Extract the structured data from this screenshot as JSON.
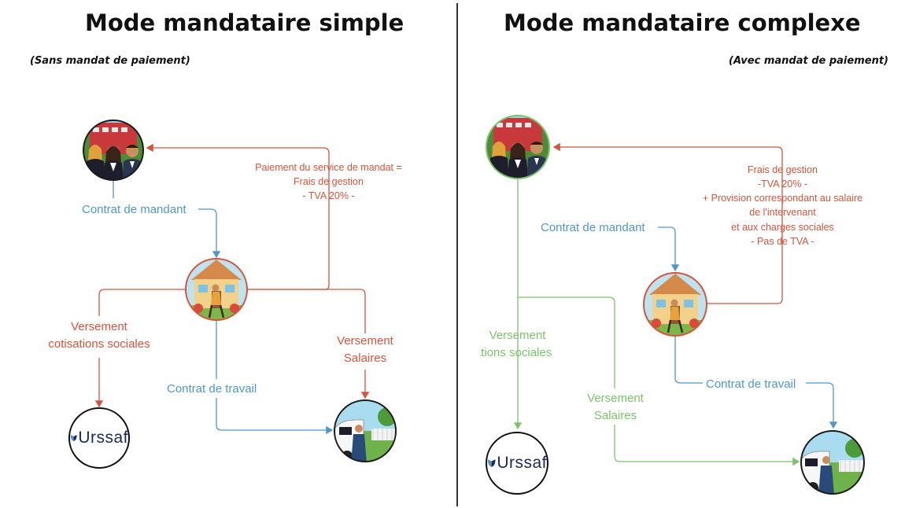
{
  "left": {
    "title": "Mode mandataire simple",
    "subtitle": "(Sans mandat de paiement)",
    "contrat_mandant": "Contrat de mandant",
    "paiement_lines": [
      "Paiement du service de mandat =",
      "Frais de gestion",
      "- TVA 20% -"
    ],
    "cotisations_lines": [
      "Versement",
      "cotisations sociales"
    ],
    "salaires_lines": [
      "Versement",
      "Salaires"
    ],
    "contrat_travail": "Contrat de travail",
    "urssaf_logo": "Urssaf"
  },
  "right": {
    "title": "Mode mandataire complexe",
    "subtitle": "(Avec mandat de paiement)",
    "frais_lines": [
      "Frais de gestion",
      "-TVA 20% -",
      "+ Provision correspondant au salaire",
      "de l'intervenant",
      "et aux charges sociales",
      "- Pas de TVA -"
    ],
    "contrat_mandant": "Contrat de mandant",
    "cotisations_lines": [
      "Versement",
      "cotisations sociales"
    ],
    "salaires_lines": [
      "Versement",
      "Salaires"
    ],
    "contrat_travail": "Contrat de travail",
    "urssaf_logo": "Urssaf"
  },
  "colors": {
    "blue": "#4f98c8",
    "red": "#d4553b",
    "green": "#7cc26a",
    "divider": "#333333"
  }
}
